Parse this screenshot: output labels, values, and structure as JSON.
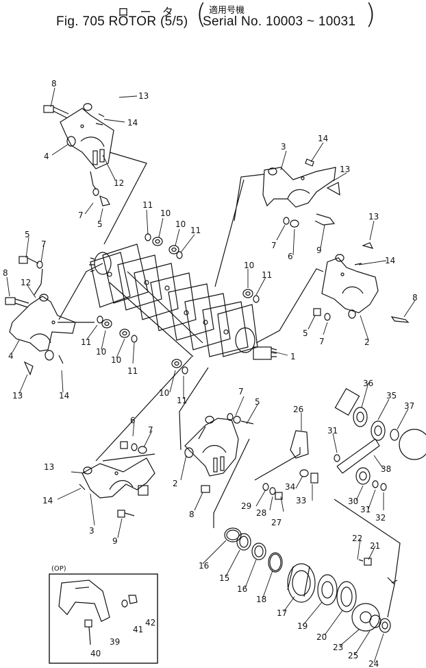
{
  "header": {
    "title_jp": "ロ ー タ",
    "applicability_jp": "適用号機",
    "figure": "Fig. 705 ROTOR (5/5)",
    "serial": "Serial No. 10003 ~ 10031"
  },
  "option_box": {
    "label": "(OP)"
  },
  "callouts": [
    "1",
    "2",
    "3",
    "4",
    "5",
    "6",
    "7",
    "8",
    "9",
    "10",
    "11",
    "12",
    "13",
    "14",
    "15",
    "16",
    "17",
    "18",
    "19",
    "20",
    "21",
    "22",
    "23",
    "24",
    "25",
    "26",
    "27",
    "28",
    "29",
    "30",
    "31",
    "32",
    "33",
    "34",
    "35",
    "36",
    "37",
    "38",
    "39",
    "40",
    "41",
    "42"
  ]
}
